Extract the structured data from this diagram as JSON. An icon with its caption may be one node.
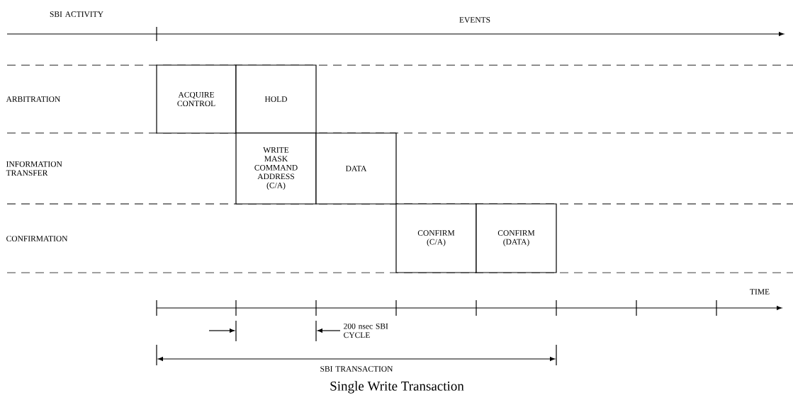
{
  "diagram": {
    "caption": "Single Write Transaction",
    "nodes": [
      {
        "text": [
          "ACQUIRE CONTROL"
        ]
      },
      {
        "text": [
          "HOLD"
        ]
      },
      {
        "text": [
          "WRITE MASK COMMAND ADDRESS (C/A)"
        ]
      },
      {
        "text": [
          "DATA"
        ]
      },
      {
        "text": [
          "CONFIRM (C/A)"
        ]
      },
      {
        "text": [
          "CONFIRM (DATA)"
        ]
      }
    ],
    "labels": [
      "SBI ACTIVITY",
      "EVENTS",
      "ARBITRATION",
      "INFORMATION TRANSFER",
      "CONFIRMATION",
      "TIME",
      "200 nsec SBI CYCLE",
      "SBI TRANSACTION"
    ]
  }
}
